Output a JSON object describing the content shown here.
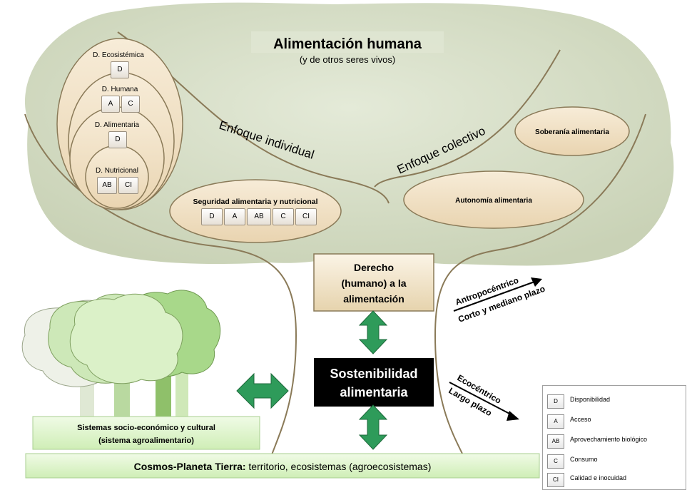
{
  "header": {
    "title": "Alimentación humana",
    "subtitle": "(y de otros seres vivos)"
  },
  "circles": {
    "ecosistemica": {
      "label": "D. Ecosistémica",
      "codes": [
        "D"
      ]
    },
    "humana": {
      "label": "D. Humana",
      "codes": [
        "A",
        "C"
      ]
    },
    "alimentaria": {
      "label": "D. Alimentaria",
      "codes": [
        "D"
      ]
    },
    "nutricional": {
      "label": "D. Nutricional",
      "codes": [
        "AB",
        "CI"
      ]
    }
  },
  "enfoques": {
    "individual": "Enfoque individual",
    "colectivo": "Enfoque colectivo"
  },
  "seguridad": {
    "label": "Seguridad alimentaria y nutricional",
    "codes": [
      "D",
      "A",
      "AB",
      "C",
      "CI"
    ]
  },
  "soberania": "Soberanía alimentaria",
  "autonomia": "Autonomía alimentaria",
  "derecho": {
    "line1": "Derecho",
    "line2": "(humano) a la",
    "line3": "alimentación"
  },
  "sostenibilidad": {
    "line1": "Sostenibilidad",
    "line2": "alimentaria"
  },
  "arrows": {
    "antropo": {
      "top": "Antropocéntrico",
      "bottom": "Corto y mediano plazo"
    },
    "eco": {
      "top": "Ecocéntrico",
      "bottom": "Largo plazo"
    }
  },
  "sistemas": {
    "line1": "Sistemas socio-económico y cultural",
    "line2": "(sistema agroalimentario)"
  },
  "cosmos": {
    "bold": "Cosmos-Planeta  Tierra:",
    "rest": " territorio, ecosistemas (agroecosistemas)"
  },
  "legend": [
    {
      "code": "D",
      "label": "Disponibilidad"
    },
    {
      "code": "A",
      "label": "Acceso"
    },
    {
      "code": "AB",
      "label": "Aprovechamiento biológico"
    },
    {
      "code": "C",
      "label": "Consumo"
    },
    {
      "code": "CI",
      "label": "Calidad e inocuidad"
    }
  ],
  "colors": {
    "canopy": "#d4dcc4",
    "beige": "#efdcbf",
    "green_arrow": "#2e9b5a",
    "green_box": "#d9f2c4",
    "black_box": "#000000"
  }
}
